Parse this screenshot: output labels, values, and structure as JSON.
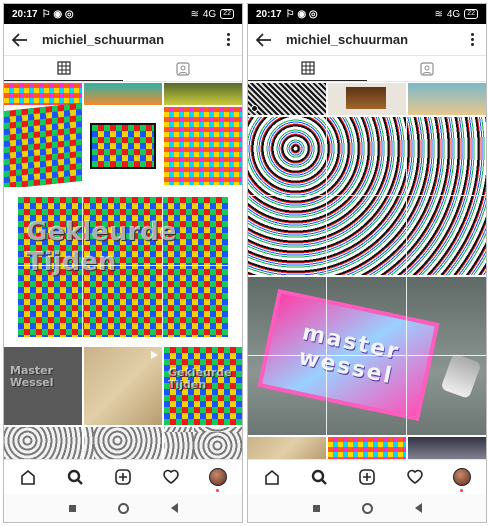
{
  "screens": [
    {
      "status": {
        "time": "20:17",
        "battery": "22",
        "signal": "4G"
      },
      "header": {
        "username": "michiel_schuurman"
      },
      "overlays": {
        "big": "Gekleurde Tijden",
        "small_left": "Master Wessel",
        "small_right": "Gekleurde Tijden"
      }
    },
    {
      "status": {
        "time": "20:17",
        "battery": "22",
        "signal": "4G"
      },
      "header": {
        "username": "michiel_schuurman"
      },
      "poster": {
        "line1": "master",
        "line2": "wessel"
      }
    }
  ],
  "colors": {
    "accent_notification": "#ed4956",
    "text": "#262626",
    "divider": "#e6e6e6"
  },
  "icons": {
    "header": [
      "back-arrow-icon",
      "more-vertical-icon"
    ],
    "tabs": [
      "grid-icon",
      "tagged-person-icon"
    ],
    "bottom_nav": [
      "home-icon",
      "search-icon",
      "new-post-icon",
      "heart-icon",
      "profile-avatar"
    ],
    "system_nav": [
      "recents-square-icon",
      "home-circle-icon",
      "back-triangle-icon"
    ]
  }
}
